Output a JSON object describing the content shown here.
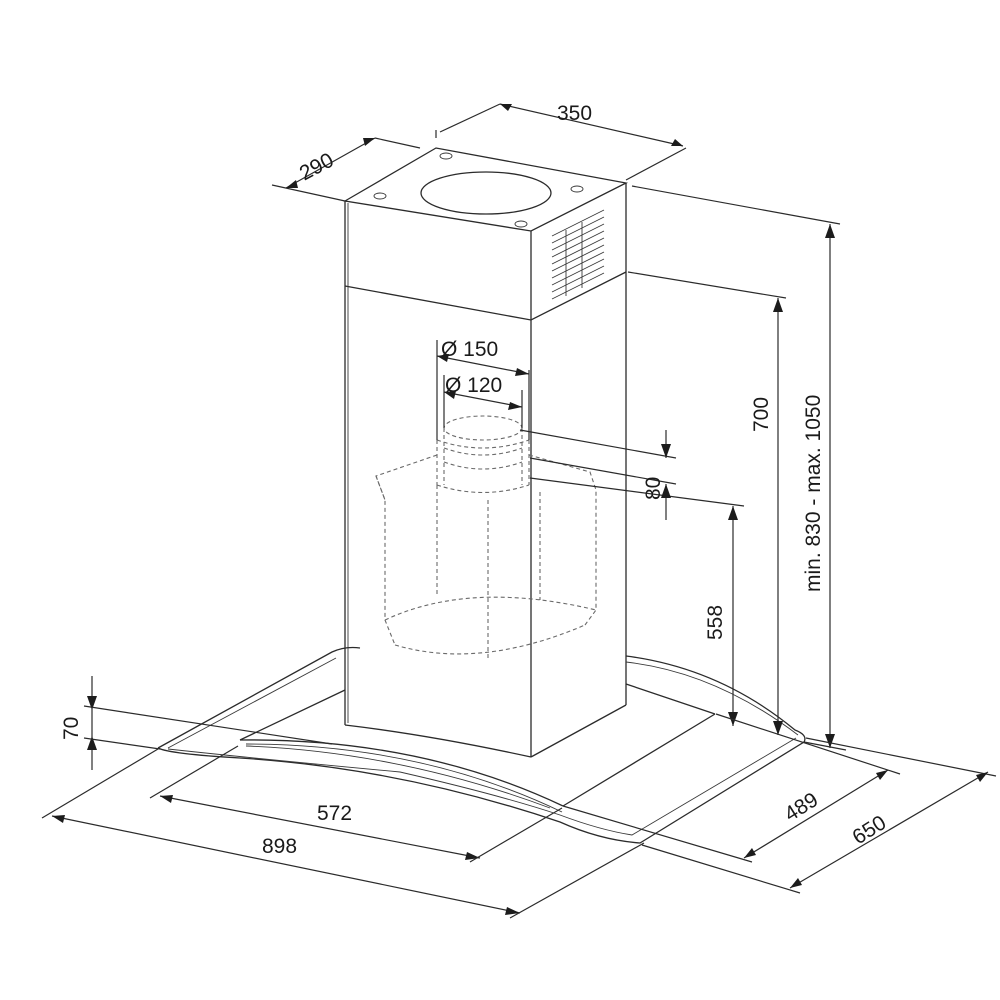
{
  "dimensions": {
    "width_top": "350",
    "depth_top": "290",
    "duct_outer": "Ø 150",
    "duct_inner": "Ø 120",
    "flange": "80",
    "chimney_height": "700",
    "total_height": "min. 830 - max. 1050",
    "inner_height": "558",
    "canopy_thickness": "70",
    "glass_width": "572",
    "total_width": "898",
    "glass_depth": "489",
    "total_depth": "650"
  },
  "colors": {
    "line": "#2b2b2b",
    "dashed": "#6a6a6a",
    "background": "#ffffff"
  }
}
